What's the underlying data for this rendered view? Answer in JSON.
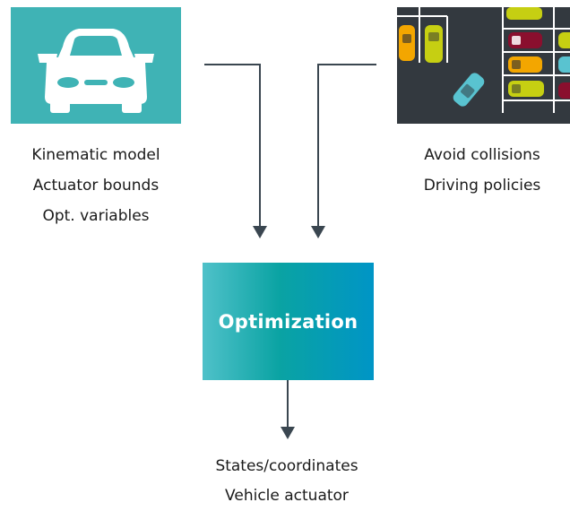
{
  "left_block": {
    "icon": "car-front-icon",
    "lines": [
      "Kinematic model",
      "Actuator bounds",
      "Opt. variables"
    ]
  },
  "right_block": {
    "icon": "parking-lot-icon",
    "lines": [
      "Avoid collisions",
      "Driving policies"
    ]
  },
  "center_block": {
    "label": "Optimization"
  },
  "bottom_block": {
    "lines": [
      "States/coordinates",
      "Vehicle actuator"
    ]
  },
  "colors": {
    "car_tile": "#3fb3b5",
    "lot_tile": "#33393f",
    "arrow": "#3a4650",
    "gradient": [
      "#4fc1c9",
      "#0aa3a3",
      "#0095c6"
    ]
  }
}
